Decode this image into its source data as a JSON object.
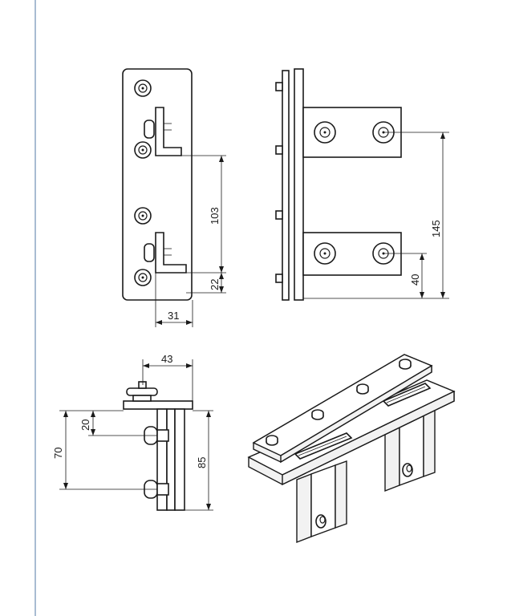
{
  "dimensions": {
    "front_height_a": "103",
    "front_height_b": "22",
    "front_width": "31",
    "side_height_total": "145",
    "side_height_low": "40",
    "top_width": "43",
    "top_offset": "20",
    "top_height_mid": "70",
    "top_height_total": "85"
  },
  "colors": {
    "line": "#1a1a1a",
    "margin": "#6f8fb5",
    "shade": "#f2f2f2"
  }
}
